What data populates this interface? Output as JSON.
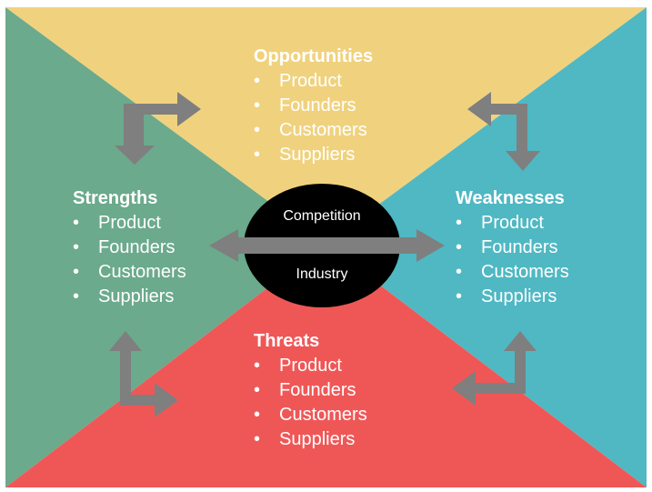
{
  "colors": {
    "opportunities": "#F0D27E",
    "strengths": "#6BAA8C",
    "weaknesses": "#4FB8C3",
    "threats": "#EF5757",
    "center": "#000000",
    "arrows": "#7F7F7F",
    "text": "#FFFFFF"
  },
  "quadrants": {
    "opportunities": {
      "title": "Opportunities",
      "items": [
        "Product",
        "Founders",
        "Customers",
        "Suppliers"
      ]
    },
    "strengths": {
      "title": "Strengths",
      "items": [
        "Product",
        "Founders",
        "Customers",
        "Suppliers"
      ]
    },
    "weaknesses": {
      "title": "Weaknesses",
      "items": [
        "Product",
        "Founders",
        "Customers",
        "Suppliers"
      ]
    },
    "threats": {
      "title": "Threats",
      "items": [
        "Product",
        "Founders",
        "Customers",
        "Suppliers"
      ]
    }
  },
  "center": {
    "top_label": "Competition",
    "bottom_label": "Industry"
  },
  "arrows": [
    {
      "name": "strengths-opportunities-arrow",
      "type": "bent-double"
    },
    {
      "name": "opportunities-weaknesses-arrow",
      "type": "bent-double"
    },
    {
      "name": "strengths-threats-arrow",
      "type": "bent-double"
    },
    {
      "name": "threats-weaknesses-arrow",
      "type": "bent-double"
    },
    {
      "name": "strengths-weaknesses-arrow",
      "type": "horizontal-double"
    }
  ]
}
